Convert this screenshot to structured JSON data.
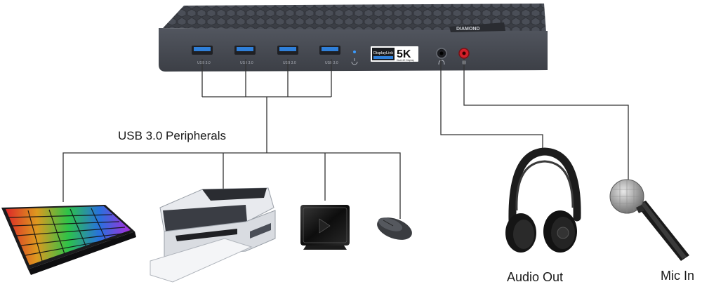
{
  "labels": {
    "usb_peripherals": "USB 3.0 Peripherals",
    "audio_out": "Audio Out",
    "mic_in": "Mic In"
  },
  "dock": {
    "brand": "DIAMOND",
    "port_labels": [
      "USB 3.0",
      "USB 3.0",
      "USB 3.0",
      "USB 3.0"
    ],
    "displaylink_text": "DisplayLink",
    "badge_text": "5K",
    "badge_subtext": "Dual 4K Display"
  },
  "colors": {
    "dock_body": "#3a3d44",
    "usb_port": "#2f7fd8",
    "mic_jack": "#d0202a",
    "line": "#333333"
  },
  "icons": [
    "keyboard-icon",
    "printer-icon",
    "hard-drive-icon",
    "mouse-icon",
    "headphones-icon",
    "microphone-icon"
  ]
}
